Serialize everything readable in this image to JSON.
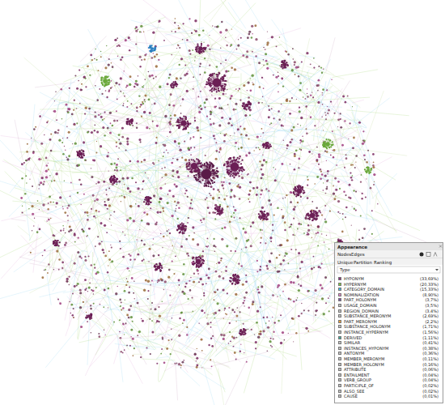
{
  "diagram": {
    "labels": [
      "Appearance",
      "Nodes",
      "Edges",
      "Unique",
      "Partition",
      "Ranking",
      "Type",
      "(33,69%)",
      "(20,33%)",
      "(15,33%)",
      "(8,90%)",
      "(3,7%)",
      "(3,5%)",
      "(3,4%)",
      "(2,69%)",
      "(2,2%)",
      "(1,71%)",
      "(1,56%)",
      "(1,11%)",
      "(0,41%)",
      "(0,38%)",
      "(0,36%)",
      "(0,11%)",
      "(0,16%)",
      "(0,06%)",
      "(0,04%)",
      "(0,04%)",
      "(0,02%)",
      "(0,02%)",
      "(0,01%)"
    ],
    "legend": [
      {
        "text": "HYPONYM",
        "color": "#8b2f7f"
      },
      {
        "text": "HYPERNYM",
        "color": "#7fcc3a"
      },
      {
        "text": "CATEGORY_DOMAIN",
        "color": "#3fb8e8"
      },
      {
        "text": "NOMINALIZATION",
        "color": "#e07fc8"
      },
      {
        "text": "PART_HOLONYM",
        "color": "#7a4fa8"
      },
      {
        "text": "USAGE_DOMAIN",
        "color": "#c0c0c0"
      },
      {
        "text": "REGION_DOMAIN",
        "color": "#c0c0c0"
      },
      {
        "text": "SUBSTANCE_MERONYM",
        "color": "#c0c0c0"
      },
      {
        "text": "PART_MERONYM",
        "color": "#f0a030"
      },
      {
        "text": "SUBSTANCE_HOLONYM",
        "color": "#c0c0c0"
      },
      {
        "text": "INSTANCE_HYPERNYM",
        "color": "#c0c0c0"
      },
      {
        "text": "DERIVED",
        "color": "#3aa89a"
      },
      {
        "text": "SIMILAR",
        "color": "#c0c0c0"
      },
      {
        "text": "INSTANCES_HYPONYM",
        "color": "#c0c0c0"
      },
      {
        "text": "ANTONYM",
        "color": "#c0c0c0"
      },
      {
        "text": "MEMBER_MERONYM",
        "color": "#c0c0c0"
      },
      {
        "text": "MEMBER_HOLONYM",
        "color": "#c0c0c0"
      },
      {
        "text": "ATTRIBUTE",
        "color": "#c0c0c0"
      },
      {
        "text": "ENTAILMENT",
        "color": "#c0c0c0"
      },
      {
        "text": "VERB_GROUP",
        "color": "#c0c0c0"
      },
      {
        "text": "PARTICIPLE_OF",
        "color": "#c0c0c0"
      },
      {
        "text": "ALSO_SEE",
        "color": "#c0c0c0"
      },
      {
        "text": "CAUSE",
        "color": "#c0c0c0"
      }
    ]
  }
}
